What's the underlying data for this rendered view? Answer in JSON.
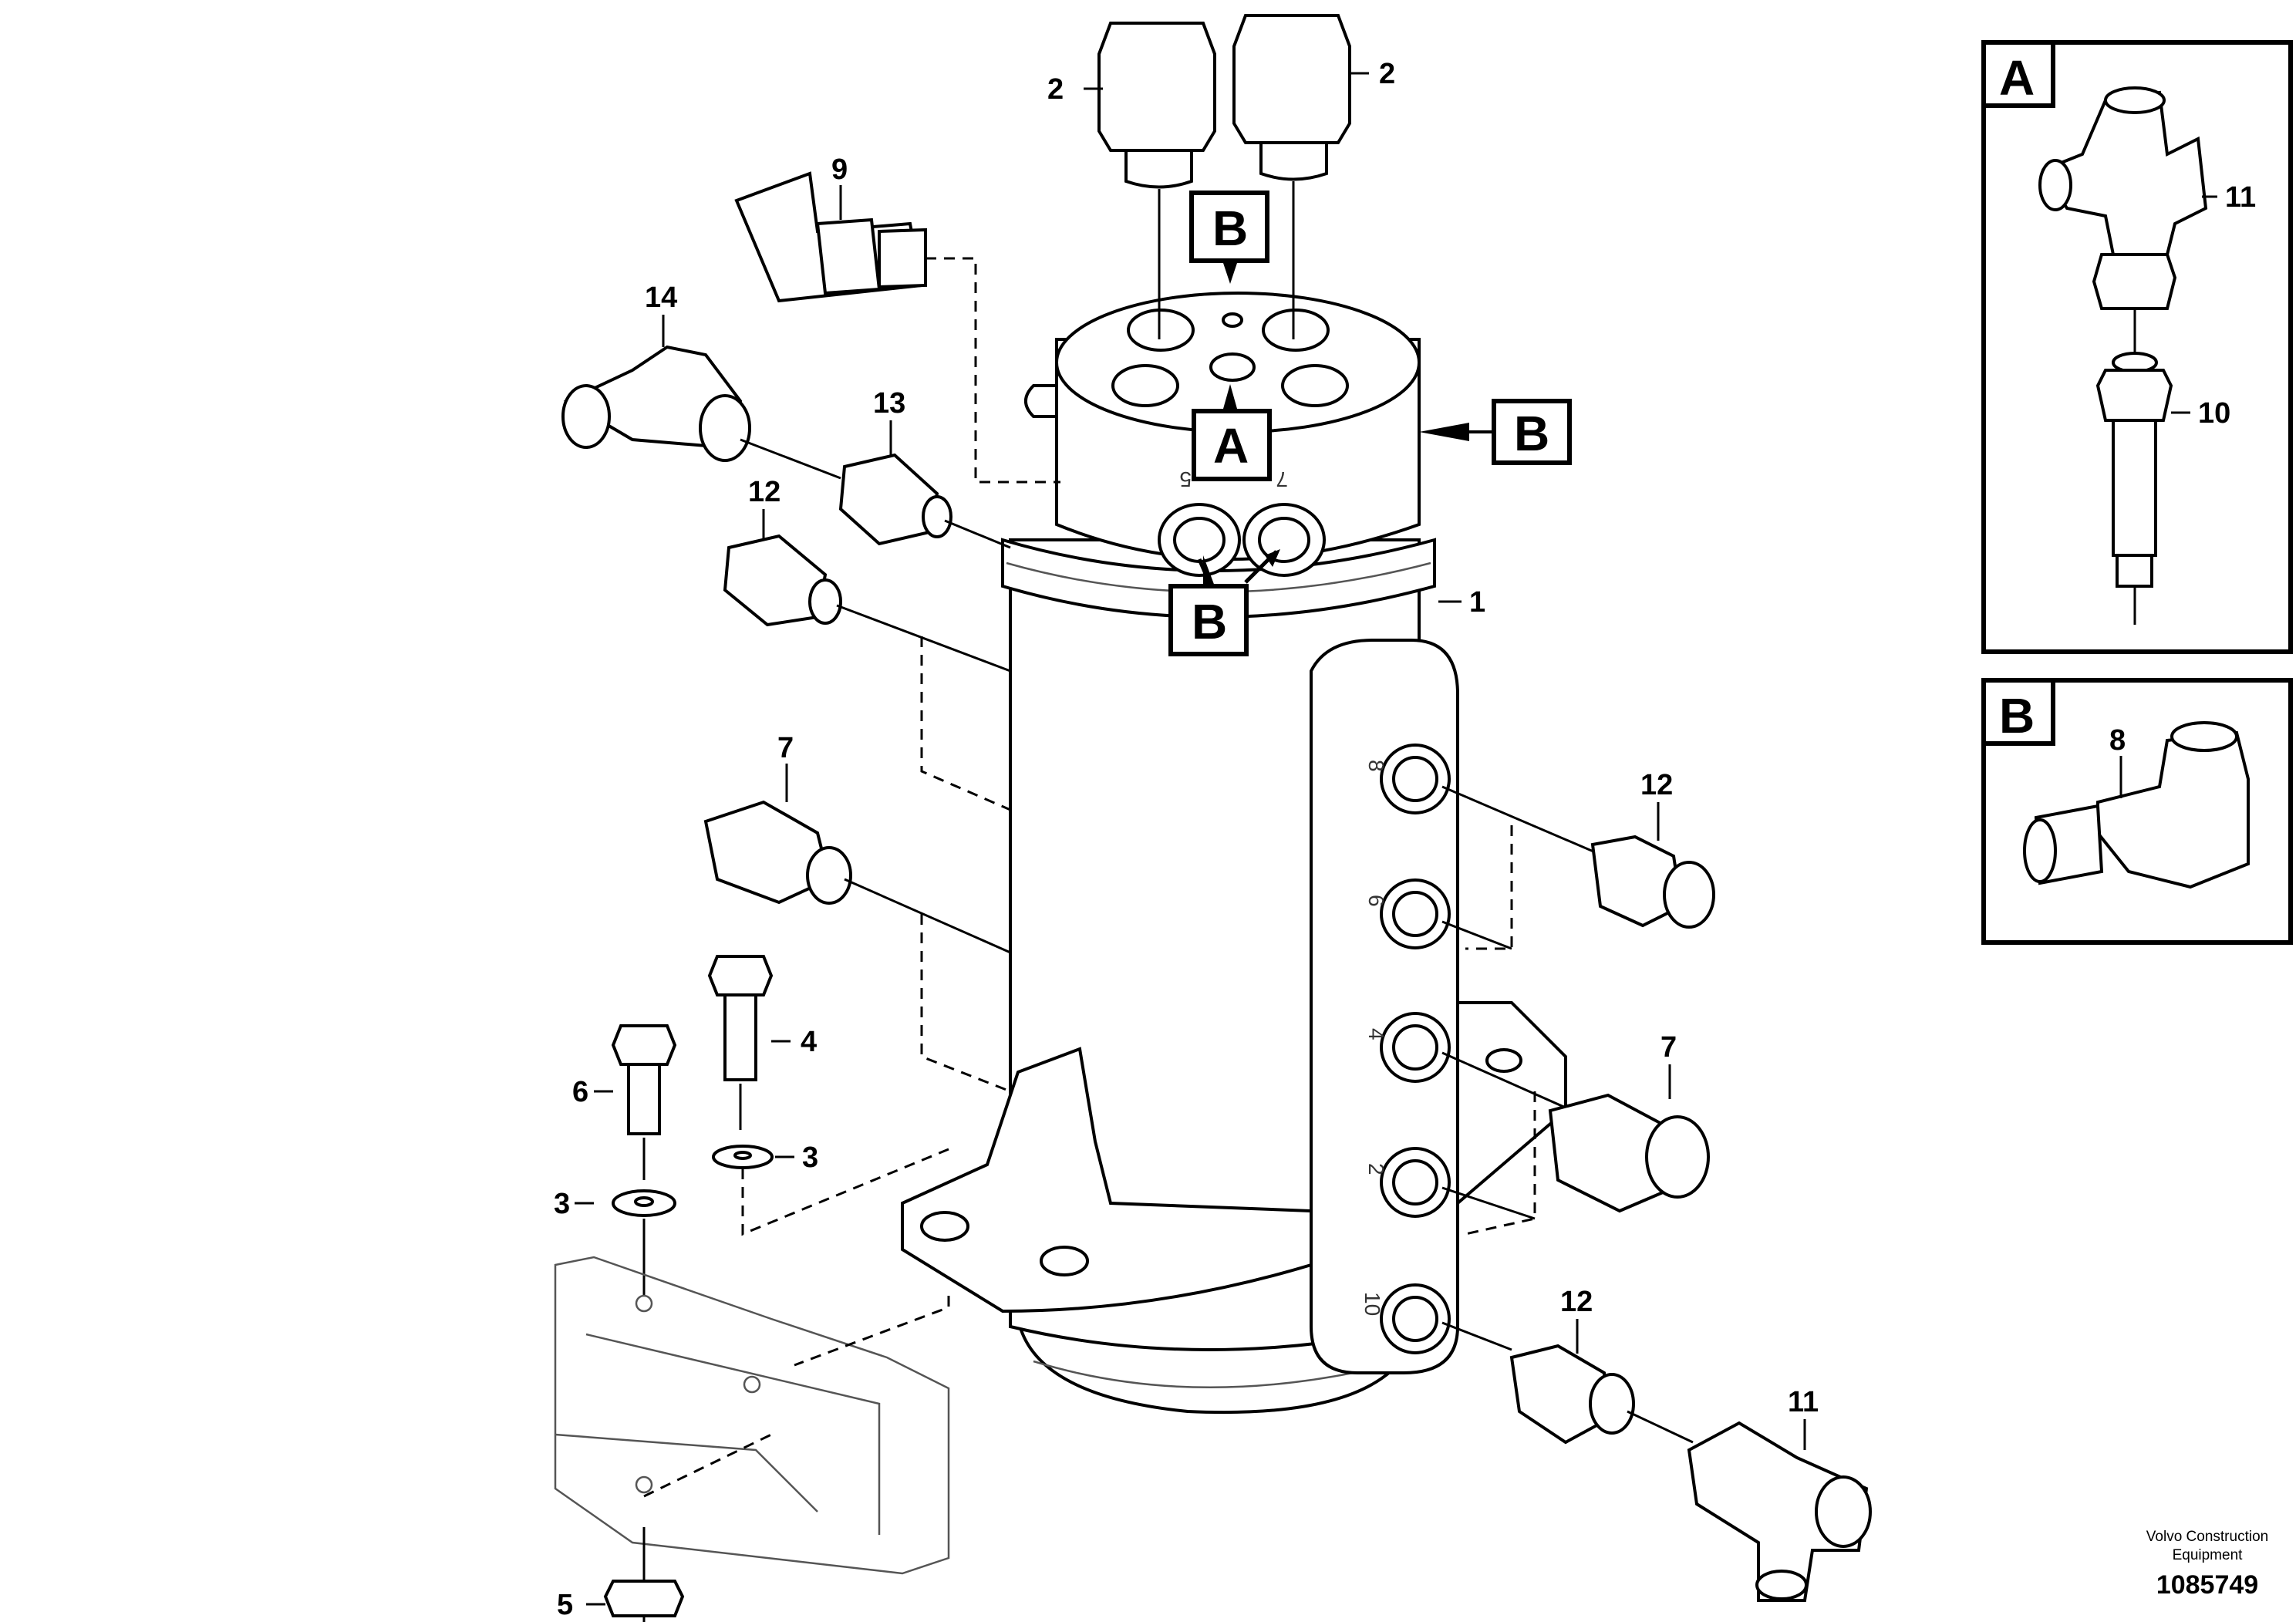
{
  "callouts": {
    "c2a": "2",
    "c2b": "2",
    "c9": "9",
    "c14": "14",
    "c13": "13",
    "c12a": "12",
    "c1": "1",
    "c7a": "7",
    "c12b": "12",
    "c4": "4",
    "c6": "6",
    "c3a": "3",
    "c3b": "3",
    "c7b": "7",
    "c12c": "12",
    "c11a": "11",
    "c5": "5",
    "c11b": "11",
    "c10": "10",
    "c8": "8"
  },
  "view_labels": {
    "b_top": "B",
    "a_center": "A",
    "b_right": "B",
    "b_front": "B"
  },
  "ports": {
    "p8": "8",
    "p6": "6",
    "p4": "4",
    "p2": "2",
    "p10": "10",
    "p7": "7",
    "p5": "5"
  },
  "detail_a": {
    "title": "A"
  },
  "detail_b": {
    "title": "B"
  },
  "credit": {
    "line1": "Volvo Construction",
    "line2": "Equipment"
  },
  "document_number": "1085749"
}
